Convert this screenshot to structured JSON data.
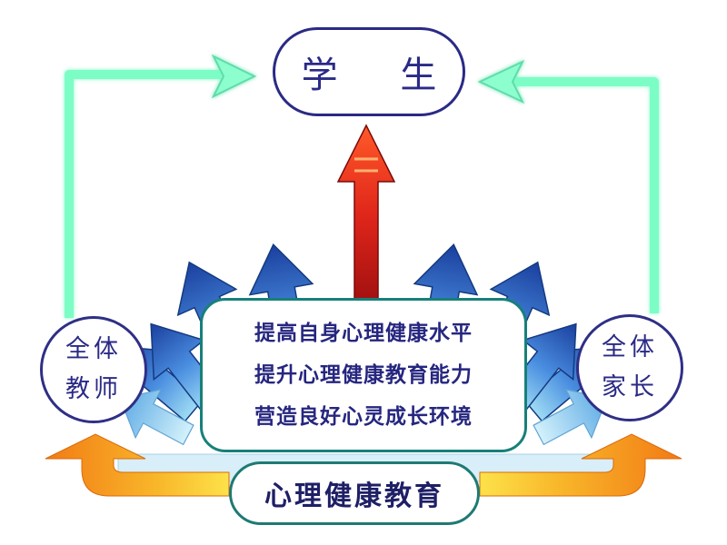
{
  "student": {
    "label": "学 生"
  },
  "center": {
    "lines": [
      "提高自身心理健康水平",
      "提升心理健康教育能力",
      "营造良好心灵成长环境"
    ]
  },
  "teachers": {
    "line1": "全体",
    "line2": "教师"
  },
  "parents": {
    "line1": "全体",
    "line2": "家长"
  },
  "bottom": {
    "label": "心理健康教育"
  },
  "colors": {
    "box_border_blue": "#2a2a86",
    "box_border_teal": "#17807a",
    "text_blue": "#262680",
    "glow_arrow": "#7dfdc6",
    "red_arrow": "#e0261a",
    "orange_arrow": "#f49a1b",
    "blue_arrows": "#1e56b8",
    "pale_arrows": "#8cd4f0"
  }
}
